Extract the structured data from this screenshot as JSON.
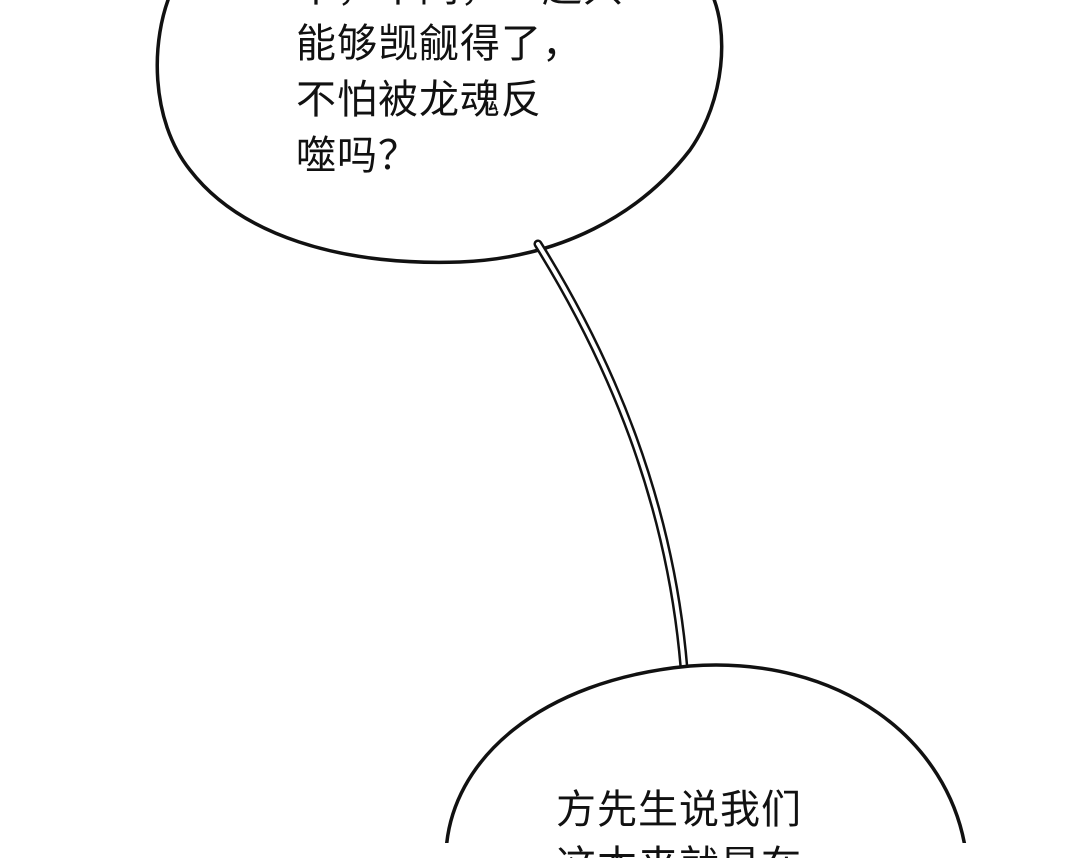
{
  "panel": {
    "top_bubble": {
      "lines": [
        "不，不同，一起只",
        "能够觊觎得了，",
        "不怕被龙魂反",
        "噬吗？"
      ]
    },
    "bottom_bubble": {
      "lines": [
        "方先生说我们",
        "这本来就是在"
      ]
    }
  },
  "colors": {
    "background": "#ffffff",
    "ink": "#111111"
  }
}
